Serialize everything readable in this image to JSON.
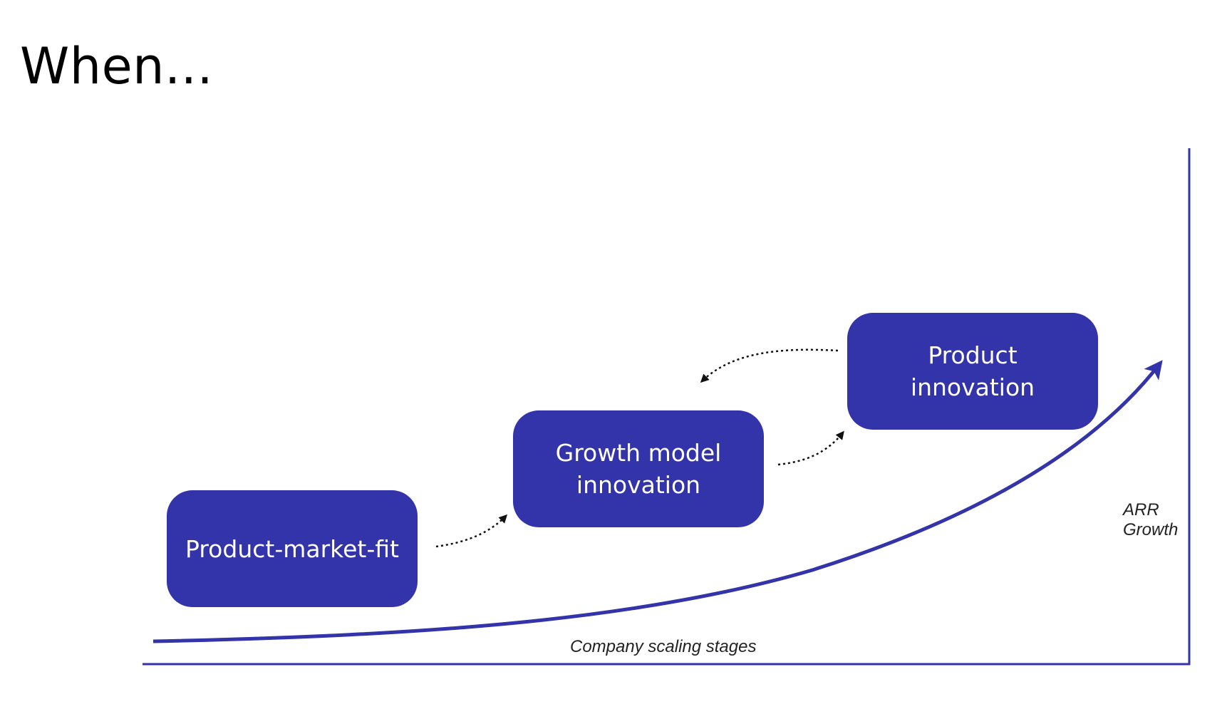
{
  "slide": {
    "title": "When..."
  },
  "diagram": {
    "stages": [
      {
        "id": "pmf",
        "label": "Product-market-fit"
      },
      {
        "id": "growth",
        "label": "Growth model\ninnovation"
      },
      {
        "id": "product",
        "label": "Product\ninnovation"
      }
    ],
    "x_axis_label": "Company scaling stages",
    "y_axis_label": "ARR\nGrowth",
    "colors": {
      "box_fill": "#3333aa",
      "box_text": "#ffffff",
      "curve": "#3333aa",
      "axis": "#3333aa",
      "dotted_arrow": "#111111"
    }
  }
}
